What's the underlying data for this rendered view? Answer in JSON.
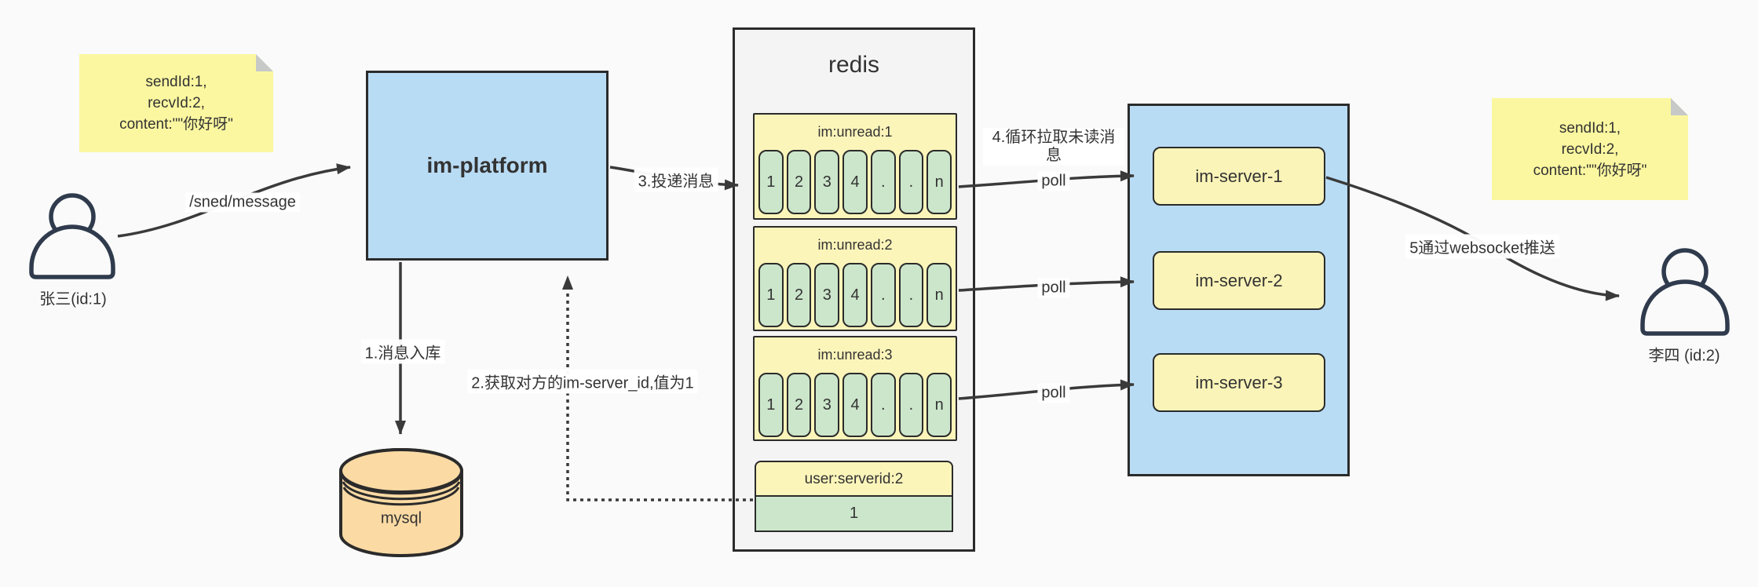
{
  "sender_note": {
    "lines": [
      "sendId:1,",
      "recvId:2,",
      "content:\"\"你好呀\""
    ]
  },
  "receiver_note": {
    "lines": [
      "sendId:1,",
      "recvId:2,",
      "content:\"\"你好呀\""
    ]
  },
  "sender_user": {
    "label": "张三(id:1)"
  },
  "receiver_user": {
    "label": "李四 (id:2)"
  },
  "platform": {
    "label": "im-platform"
  },
  "database": {
    "label": "mysql"
  },
  "redis": {
    "title": "redis",
    "queues": [
      {
        "header": "im:unread:1",
        "cells": [
          "1",
          "2",
          "3",
          "4",
          ".",
          ".",
          "n"
        ]
      },
      {
        "header": "im:unread:2",
        "cells": [
          "1",
          "2",
          "3",
          "4",
          ".",
          ".",
          "n"
        ]
      },
      {
        "header": "im:unread:3",
        "cells": [
          "1",
          "2",
          "3",
          "4",
          ".",
          ".",
          "n"
        ]
      }
    ],
    "server_map": {
      "header": "user:serverid:2",
      "value": "1"
    }
  },
  "server_cluster": {
    "servers": [
      {
        "label": "im-server-1"
      },
      {
        "label": "im-server-2"
      },
      {
        "label": "im-server-3"
      }
    ]
  },
  "labels": {
    "send_api": "/sned/message",
    "step1": "1.消息入库",
    "step2": "2.获取对方的im-server_id,值为1",
    "step3": "3.投递消息",
    "step4": "4.循环拉取未读消息",
    "poll": "poll",
    "step5": "5通过websocket推送"
  },
  "colors": {
    "node_blue": "#b9dcf5",
    "note_yellow": "#fbf7a0",
    "pale_yellow": "#fcf5ba",
    "cell_green": "#cce6cb",
    "mysql_orange": "#fbdaa4",
    "redis_bg": "#f4f4f4",
    "border": "#2b2b2b",
    "arrow": "#3a3a3a"
  }
}
